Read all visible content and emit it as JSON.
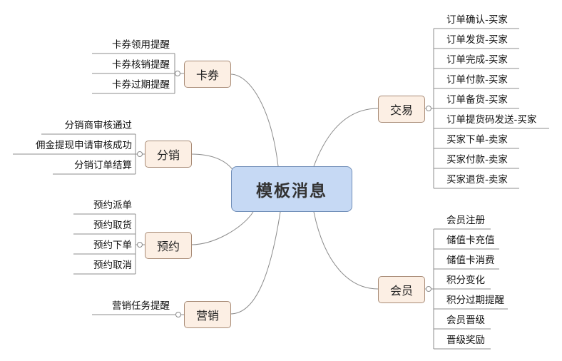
{
  "center": {
    "label": "模板消息"
  },
  "branches": {
    "kaquan": {
      "label": "卡券",
      "items": [
        "卡券领用提醒",
        "卡券核销提醒",
        "卡券过期提醒"
      ]
    },
    "fenxiao": {
      "label": "分销",
      "items": [
        "分销商审核通过",
        "佣金提现申请审核成功",
        "分销订单结算"
      ]
    },
    "yuyue": {
      "label": "预约",
      "items": [
        "预约派单",
        "预约取货",
        "预约下单",
        "预约取消"
      ]
    },
    "yingxiao": {
      "label": "营销",
      "items": [
        "营销任务提醒"
      ]
    },
    "jiaoyi": {
      "label": "交易",
      "items": [
        "订单确认-买家",
        "订单发货-买家",
        "订单完成-买家",
        "订单付款-买家",
        "订单备货-买家",
        "订单提货码发送-买家",
        "买家下单-卖家",
        "买家付款-卖家",
        "买家退货-卖家"
      ]
    },
    "huiyuan": {
      "label": "会员",
      "items": [
        "会员注册",
        "储值卡充值",
        "储值卡消费",
        "积分变化",
        "积分过期提醒",
        "会员晋级",
        "晋级奖励"
      ]
    }
  }
}
